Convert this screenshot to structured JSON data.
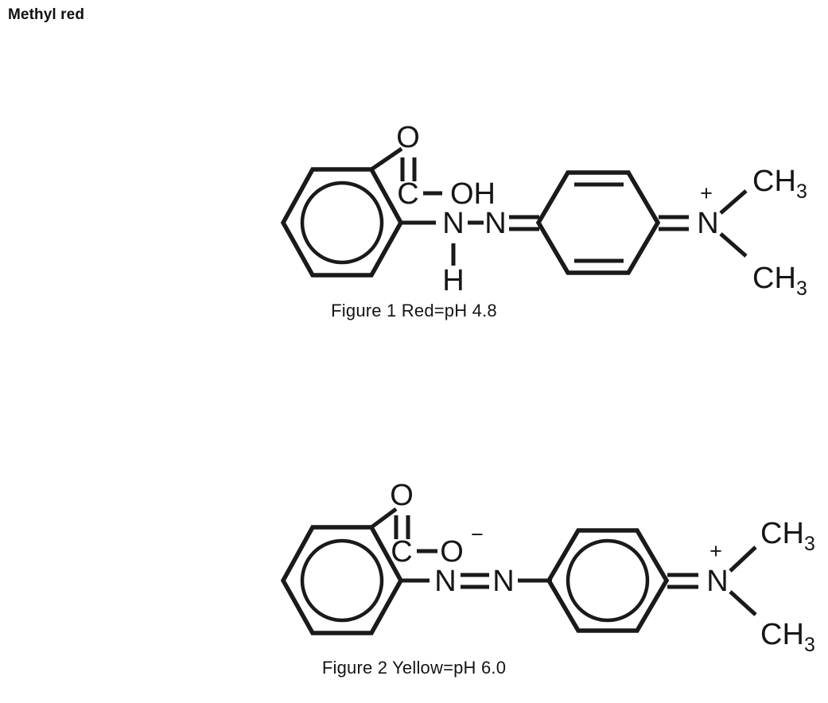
{
  "page": {
    "title": "Methyl red",
    "background_color": "#ffffff",
    "ink_color": "#1a1a1a"
  },
  "figures": [
    {
      "id": "figure-1",
      "caption": "Figure 1  Red=pH 4.8",
      "form_name": "Figure 1",
      "color_state": "Red",
      "ph": "pH 4.8",
      "labels": {
        "carbonyl_oxygen": "O",
        "carboxyl_carbon": "C",
        "hydroxyl": "OH",
        "azo_nitrogen_1": "N",
        "azo_nitrogen_2": "N",
        "amine_hydrogen": "H",
        "ammonium_nitrogen": "N",
        "ammonium_charge": "+",
        "methyl_top": "CH",
        "methyl_top_sub": "3",
        "methyl_bottom": "CH",
        "methyl_bottom_sub": "3"
      },
      "left_ring_type": "aromatic-circle",
      "right_ring_type": "quinoid-double-bonds",
      "linkage": "N-N single bond with N-H, N=ring double bond"
    },
    {
      "id": "figure-2",
      "caption": "Figure 2  Yellow=pH 6.0",
      "form_name": "Figure 2",
      "color_state": "Yellow",
      "ph": "pH 6.0",
      "labels": {
        "carbonyl_oxygen": "O",
        "carboxyl_carbon": "C",
        "carboxylate_oxygen": "O",
        "carboxylate_charge": "−",
        "azo_nitrogen_1": "N",
        "azo_nitrogen_2": "N",
        "ammonium_nitrogen": "N",
        "ammonium_charge": "+",
        "methyl_top": "CH",
        "methyl_top_sub": "3",
        "methyl_bottom": "CH",
        "methyl_bottom_sub": "3"
      },
      "left_ring_type": "aromatic-circle",
      "right_ring_type": "aromatic-circle",
      "linkage": "N=N azo double bond, N=ring double bond"
    }
  ]
}
